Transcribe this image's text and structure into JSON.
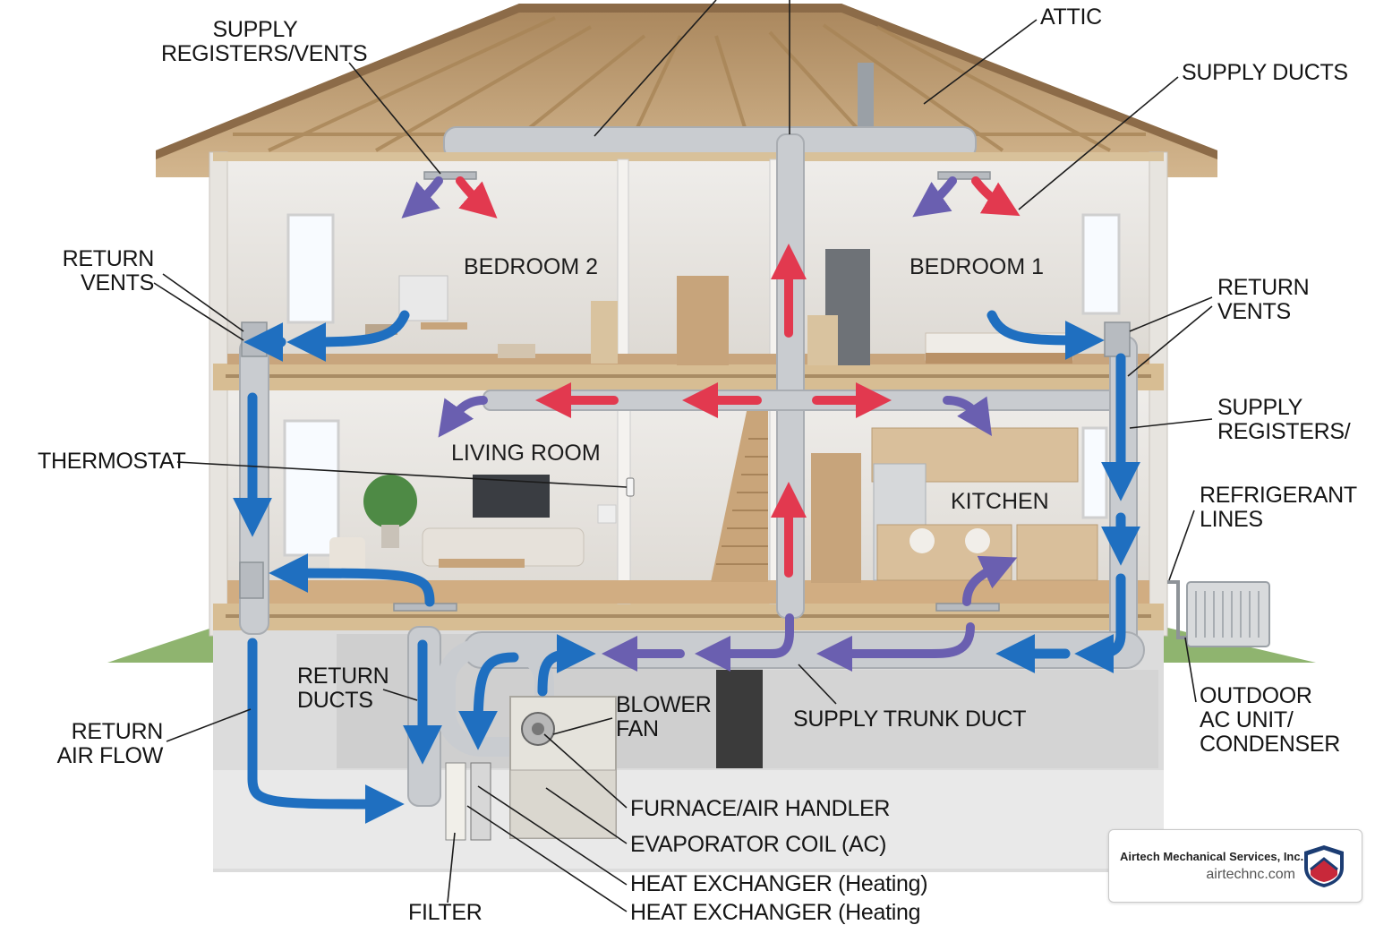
{
  "labels": {
    "supply_registers_top": [
      "SUPPLY",
      "REGISTERS/VENTS"
    ],
    "attic": "ATTIC",
    "supply_ducts": "SUPPLY DUCTS",
    "return_vents_left": [
      "RETURN",
      "VENTS"
    ],
    "return_vents_right": [
      "RETURN",
      "VENTS"
    ],
    "supply_registers_right": [
      "SUPPLY",
      "REGISTERS/"
    ],
    "thermostat": "THERMOSTAT",
    "refrigerant_lines": [
      "REFRIGERANT",
      "LINES"
    ],
    "return_ducts": [
      "RETURN",
      "DUCTS"
    ],
    "blower_fan": [
      "BLOWER",
      "FAN"
    ],
    "supply_trunk_duct": "SUPPLY TRUNK DUCT",
    "return_air_flow": [
      "RETURN",
      "AIR FLOW"
    ],
    "outdoor_ac_unit": [
      "OUTDOOR",
      "AC UNIT/",
      "CONDENSER"
    ],
    "furnace_air_handler": "FURNACE/AIR HANDLER",
    "evaporator_coil": "EVAPORATOR COIL (AC)",
    "heat_exchanger_1": "HEAT EXCHANGER (Heating)",
    "heat_exchanger_2": "HEAT EXCHANGER (Heating",
    "filter": "FILTER"
  },
  "rooms": {
    "bedroom2": "BEDROOM 2",
    "bedroom1": "BEDROOM 1",
    "living_room": "LIVING ROOM",
    "kitchen": "KITCHEN"
  },
  "branding": {
    "company": "Airtech Mechanical Services, Inc.",
    "url": "airtechnc.com",
    "logo_icon": "shield-house-logo"
  },
  "colors": {
    "return_air": "#1f6fc0",
    "supply_air": "#e2394f",
    "duct": "#c9ccd0",
    "roof_wood": "#c9a77c"
  }
}
